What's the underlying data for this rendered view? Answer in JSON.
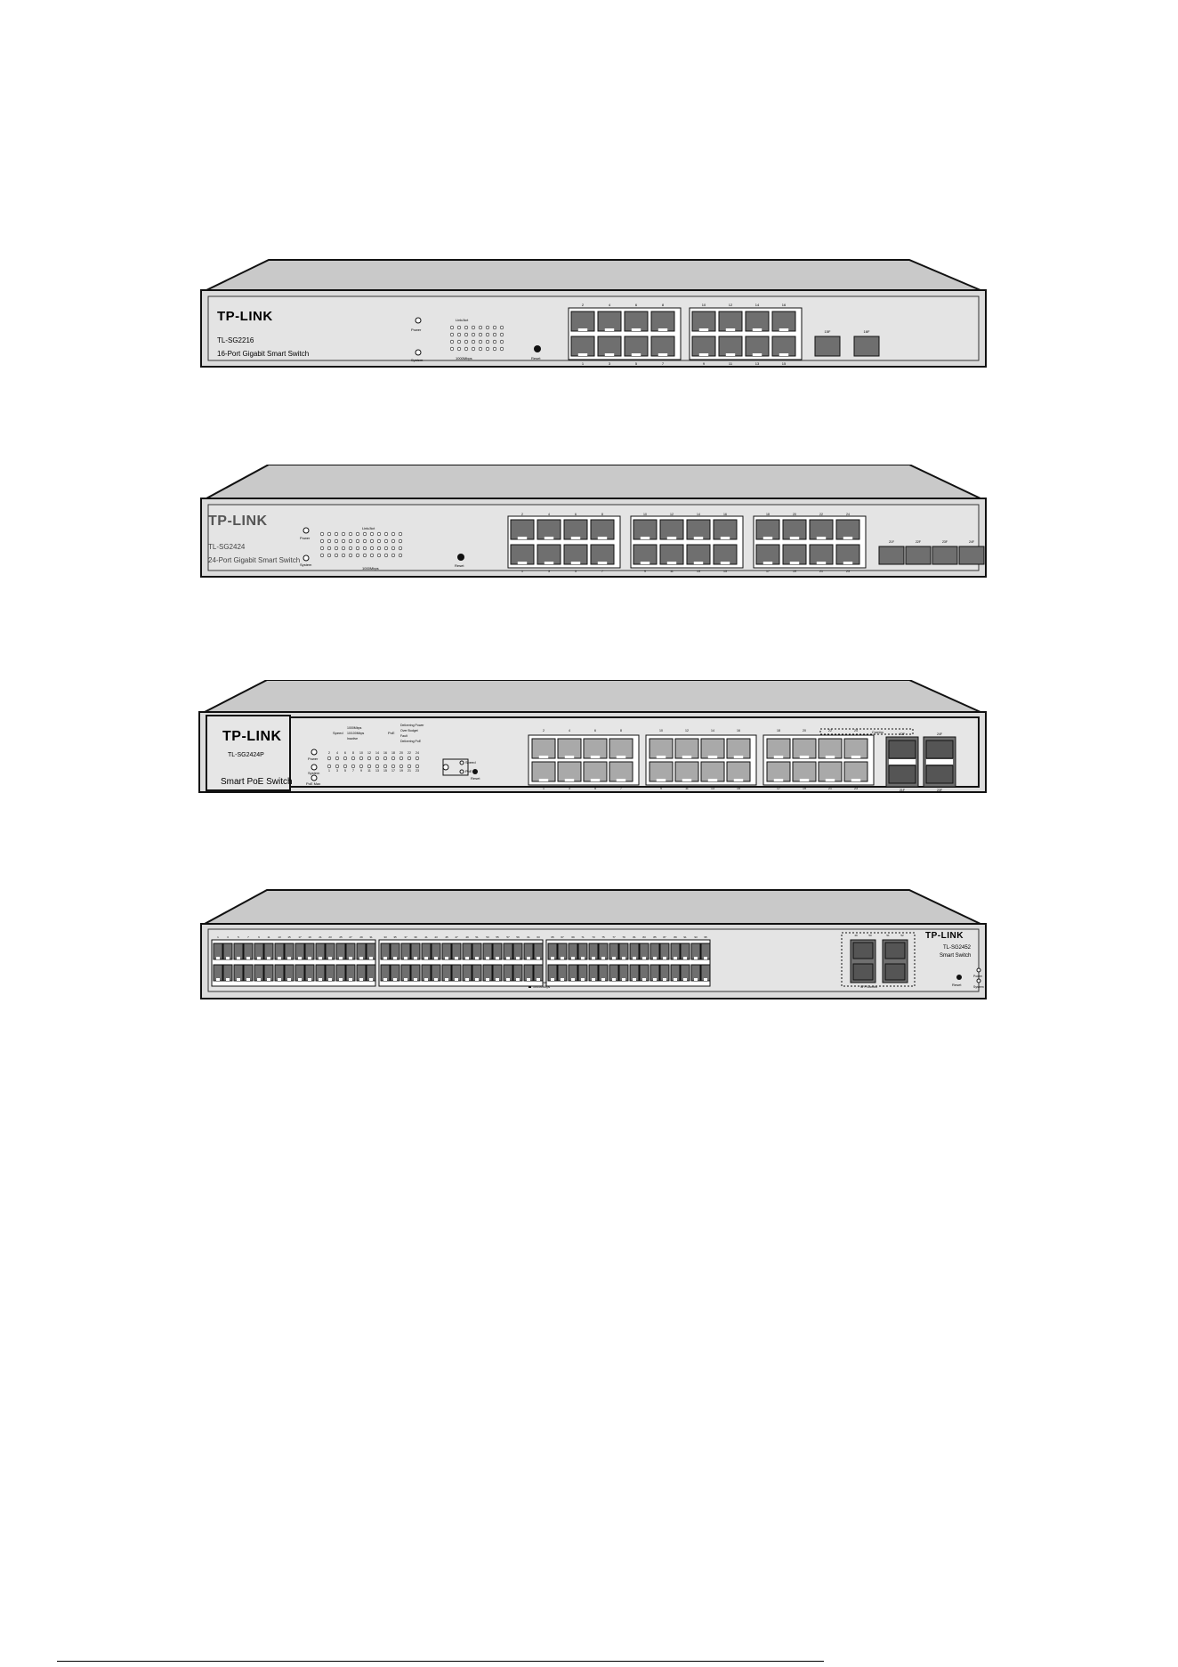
{
  "switches": [
    {
      "brand": "TP-LINK",
      "model": "TL-SG2216",
      "description": "16-Port Gigabit Smart Switch",
      "leds": [
        "Power",
        "System"
      ],
      "led_top_label": "Link/Act",
      "led_bottom_label": "1000Mbps",
      "reset_label": "Reset",
      "port_top_labels": [
        "2",
        "4",
        "6",
        "8",
        "10",
        "12",
        "14",
        "16"
      ],
      "port_bottom_labels": [
        "1",
        "3",
        "5",
        "7",
        "9",
        "11",
        "13",
        "15"
      ],
      "sfp_labels": [
        "15F",
        "16F"
      ]
    },
    {
      "brand": "TP-LINK",
      "model": "TL-SG2424",
      "description": "24-Port Gigabit Smart Switch",
      "leds": [
        "Power",
        "System"
      ],
      "led_top_label": "Link/Act",
      "led_bottom_label": "1000Mbps",
      "reset_label": "Reset",
      "port_top_labels": [
        "2",
        "4",
        "6",
        "8",
        "10",
        "12",
        "14",
        "16",
        "18",
        "20",
        "22",
        "24"
      ],
      "port_bottom_labels": [
        "1",
        "3",
        "5",
        "7",
        "9",
        "11",
        "13",
        "15",
        "17",
        "19",
        "21",
        "23"
      ],
      "sfp_labels": [
        "21F",
        "22F",
        "23F",
        "24F"
      ]
    },
    {
      "brand": "TP-LINK",
      "model": "TL-SG2424P",
      "description": "Smart PoE Switch",
      "leds": [
        "Power",
        "System",
        "PoE Max"
      ],
      "speed_label": "Speed",
      "speed_items": [
        "1000Mbps",
        "10/100Mbps",
        "Inactive"
      ],
      "poe_label": "PoE",
      "poe_items": [
        "Delivering Power",
        "Over Budget",
        "Fault",
        "Delivering PoE"
      ],
      "mode_labels": [
        "Speed",
        "PoE"
      ],
      "reset_label": "Reset",
      "led_top_labels": [
        "2",
        "4",
        "6",
        "8",
        "10",
        "12",
        "14",
        "16",
        "18",
        "20",
        "22",
        "24"
      ],
      "led_bottom_labels": [
        "1",
        "3",
        "5",
        "7",
        "9",
        "11",
        "13",
        "15",
        "17",
        "19",
        "21",
        "23"
      ],
      "port_top_labels": [
        "2",
        "4",
        "6",
        "8",
        "10",
        "12",
        "14",
        "16",
        "18",
        "20",
        "22",
        "24"
      ],
      "port_bottom_labels": [
        "1",
        "3",
        "5",
        "7",
        "9",
        "11",
        "13",
        "15",
        "17",
        "19",
        "21",
        "23"
      ],
      "combo_label": "Combo",
      "sfp_labels": [
        "22F",
        "24F",
        "21F",
        "23F"
      ]
    },
    {
      "brand": "TP-LINK",
      "model": "TL-SG2452",
      "description": "Smart Switch",
      "leds": [
        "Power",
        "System"
      ],
      "reset_label": "Reset",
      "legend": [
        "1000Mbps",
        "10/100Mbps"
      ],
      "sfp_labels": [
        "49",
        "50",
        "51",
        "52"
      ],
      "sfp_caption": "SFP/Combo"
    }
  ]
}
